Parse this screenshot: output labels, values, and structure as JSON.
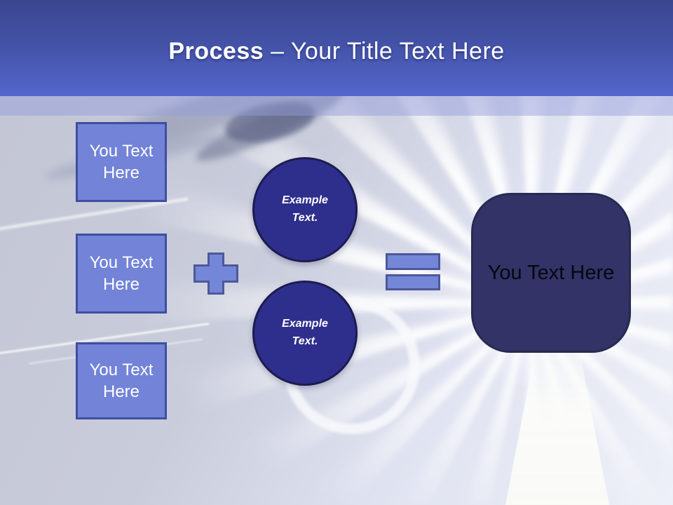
{
  "slide": {
    "header": {
      "title_bold": "Process",
      "title_rest": " – Your Title Text Here"
    },
    "diagram": {
      "input_boxes": [
        {
          "label": "You Text Here"
        },
        {
          "label": "You Text Here"
        },
        {
          "label": "You Text Here"
        }
      ],
      "operators": {
        "plus_icon": "plus",
        "equals_icon": "equals"
      },
      "example_circles": [
        {
          "label": "Example Text."
        },
        {
          "label": "Example Text."
        }
      ],
      "result_box": {
        "label": "You Text Here"
      }
    },
    "colors": {
      "header_gradient_top": "#3b4690",
      "header_gradient_bottom": "#5466cd",
      "title_color": "#ffffff",
      "placeholder_fill": "#7283d8",
      "placeholder_border": "#3e4fa0",
      "operator_fill": "#7486d8",
      "operator_border": "#4d5899",
      "circle_fill": "#2e2f8c",
      "circle_border": "#1b1c50",
      "result_fill": "#333367",
      "result_border": "#272b52",
      "result_text": "#06060f"
    }
  }
}
